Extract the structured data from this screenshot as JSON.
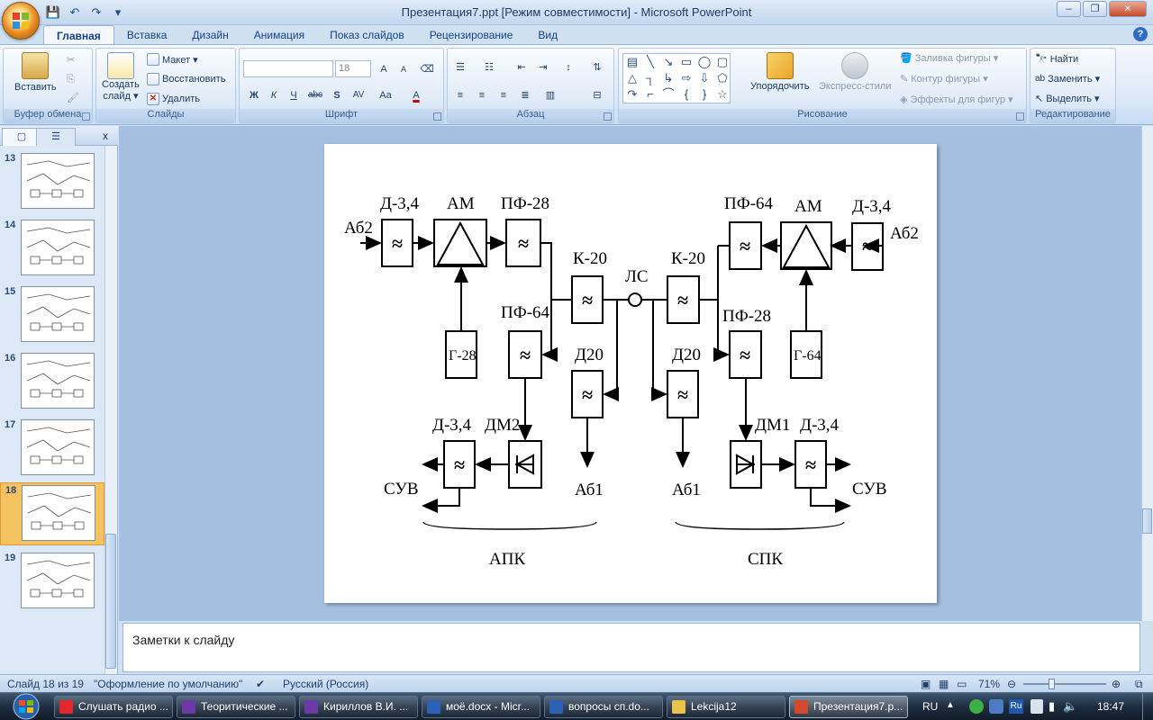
{
  "window": {
    "title": "Презентация7.ppt [Режим совместимости] - Microsoft PowerPoint",
    "minimize": "–",
    "maximize": "❐",
    "close": "✕"
  },
  "qat": {
    "save": "💾",
    "undo": "↶",
    "redo": "↷",
    "customize": "▾"
  },
  "tabs": [
    "Главная",
    "Вставка",
    "Дизайн",
    "Анимация",
    "Показ слайдов",
    "Рецензирование",
    "Вид"
  ],
  "help": "?",
  "ribbon": {
    "clipboard": {
      "label": "Буфер обмена",
      "paste": "Вставить"
    },
    "slides": {
      "label": "Слайды",
      "new_slide": "Создать",
      "new_slide2": "слайд ▾",
      "layout": "Макет ▾",
      "reset": "Восстановить",
      "delete": "Удалить"
    },
    "font": {
      "label": "Шрифт",
      "font_size": "18",
      "bold": "Ж",
      "italic": "К",
      "underline": "Ч",
      "strike": "abc",
      "shadow": "S",
      "spacing": "AV",
      "case": "Aa",
      "color": "A",
      "grow": "A",
      "shrink": "A"
    },
    "paragraph": {
      "label": "Абзац"
    },
    "drawing": {
      "label": "Рисование",
      "arrange": "Упорядочить",
      "quick_styles": "Экспресс-стили",
      "fill": "Заливка фигуры ▾",
      "outline": "Контур фигуры ▾",
      "effects": "Эффекты для фигур ▾"
    },
    "editing": {
      "label": "Редактирование",
      "find": "Найти",
      "replace": "Заменить ▾",
      "select": "Выделить ▾"
    }
  },
  "slides_panel": {
    "items": [
      {
        "num": "13"
      },
      {
        "num": "14"
      },
      {
        "num": "15"
      },
      {
        "num": "16"
      },
      {
        "num": "17"
      },
      {
        "num": "18"
      },
      {
        "num": "19"
      }
    ],
    "selected": "18",
    "close": "x"
  },
  "diagram": {
    "left": {
      "ab2": "Аб2",
      "d34_top": "Д-3,4",
      "am": "АМ",
      "pf28": "ПФ-28",
      "g28": "Г-28",
      "pf64": "ПФ-64",
      "k20": "К-20",
      "d20": "Д20",
      "ab1": "Аб1",
      "d34_bot": "Д-3,4",
      "dm2": "ДМ2",
      "suv": "СУВ",
      "group": "АПК"
    },
    "ls": "ЛС",
    "right": {
      "ab2": "Аб2",
      "d34_top": "Д-3,4",
      "am": "АМ",
      "pf64": "ПФ-64",
      "g64": "Г-64",
      "pf28": "ПФ-28",
      "k20": "К-20",
      "d20": "Д20",
      "ab1": "Аб1",
      "d34_bot": "Д-3,4",
      "dm1": "ДМ1",
      "suv": "СУВ",
      "group": "СПК"
    },
    "filter_glyph": "≈"
  },
  "notes": {
    "placeholder": "Заметки к слайду"
  },
  "status": {
    "slide_of": "Слайд 18 из 19",
    "theme": "\"Оформление по умолчанию\"",
    "language": "Русский (Россия)",
    "zoom": "71%"
  },
  "taskbar": {
    "items": [
      {
        "label": "Слушать радио ...",
        "color": "#e0282c"
      },
      {
        "label": "Теоритические ...",
        "color": "#6b3aa6"
      },
      {
        "label": "Кириллов В.И. ...",
        "color": "#6b3aa6"
      },
      {
        "label": "моё.docx - Micr...",
        "color": "#2b62b8"
      },
      {
        "label": "вопросы сп.do...",
        "color": "#2b62b8"
      },
      {
        "label": "Lekcija12",
        "color": "#e8c24a"
      },
      {
        "label": "Презентация7.p...",
        "color": "#d2482d"
      }
    ],
    "lang": "RU",
    "clock": "18:47"
  }
}
